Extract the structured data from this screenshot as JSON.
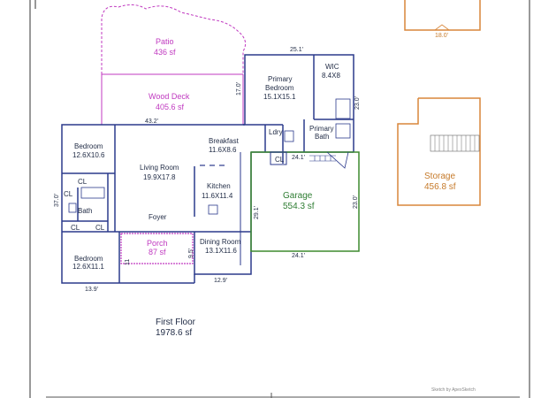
{
  "colors": {
    "wall_blue": "#2b3a8c",
    "patio_magenta": "#c03ac0",
    "garage_green": "#3d8a2e",
    "storage_orange": "#d8863a",
    "text_dark": "#1f2a44"
  },
  "top_right_box": {
    "dimension": "18.0'"
  },
  "patio": {
    "name": "Patio",
    "area": "436 sf"
  },
  "wood_deck": {
    "name": "Wood Deck",
    "area": "405.6 sf",
    "top_dim": "43.2'",
    "side_dim": "17.0'"
  },
  "primary_bedroom": {
    "name": "Primary",
    "name2": "Bedroom",
    "size": "15.1X15.1",
    "top_dim": "25.1'"
  },
  "wic": {
    "name": "WIC",
    "size": "8.4X8",
    "side_dim": "23.0'"
  },
  "primary_bath": {
    "name": "Primary",
    "name2": "Bath"
  },
  "ldry": {
    "name": "Ldry"
  },
  "breakfast": {
    "name": "Breakfast",
    "size": "11.6X8.6"
  },
  "bedroom_1": {
    "name": "Bedroom",
    "size": "12.6X10.6"
  },
  "living_room": {
    "name": "Living Room",
    "size": "19.9X17.8"
  },
  "kitchen": {
    "name": "Kitchen",
    "size": "11.6X11.4"
  },
  "garage": {
    "name": "Garage",
    "area": "554.3 sf",
    "top_dim": "24.1'",
    "bottom_dim": "24.1'",
    "left_dim": "29.1'",
    "right_dim": "23.0'"
  },
  "storage": {
    "name": "Storage",
    "area": "456.8 sf"
  },
  "bath": {
    "name": "Bath"
  },
  "closets": {
    "label": "CL"
  },
  "foyer": {
    "name": "Foyer"
  },
  "porch": {
    "name": "Porch",
    "area": "87 sf",
    "dim_a": "11",
    "dim_b": "9.5'"
  },
  "dining_room": {
    "name": "Dining Room",
    "size": "13.1X11.6",
    "bottom_dim": "12.9'"
  },
  "bedroom_2": {
    "name": "Bedroom",
    "size": "12.6X11.1",
    "bottom_dim": "13.9'"
  },
  "left_dim": "37.0'",
  "floor": {
    "name": "First Floor",
    "area": "1978.6 sf"
  },
  "credit": "Sketch by ApexSketch"
}
